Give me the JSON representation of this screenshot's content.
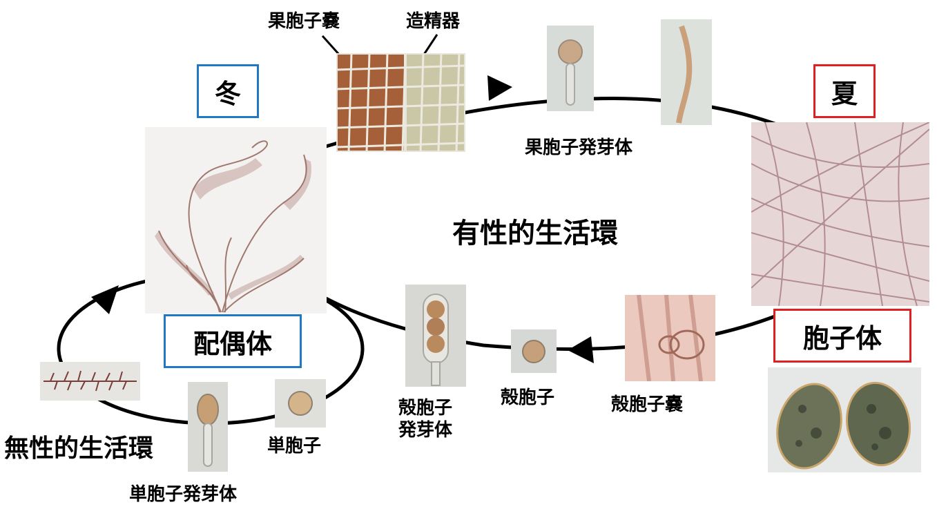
{
  "title": "有性的生活環",
  "asexual_title": "無性的生活環",
  "season_winter": "冬",
  "season_summer": "夏",
  "gametophyte": "配偶体",
  "sporophyte": "胞子体",
  "labels": {
    "carposporangium": "果胞子嚢",
    "spermatangium": "造精器",
    "carpospore_germling": "果胞子発芽体",
    "conchosporangium": "殻胞子嚢",
    "conchospore": "殻胞子",
    "conchospore_germling_line1": "殻胞子",
    "conchospore_germling_line2": "発芽体",
    "monospore": "単胞子",
    "monospore_germling": "単胞子発芽体"
  },
  "colors": {
    "gametophyte_frame": "#1f78c1",
    "sporophyte_frame": "#e02020",
    "cycle_line": "#000000"
  }
}
